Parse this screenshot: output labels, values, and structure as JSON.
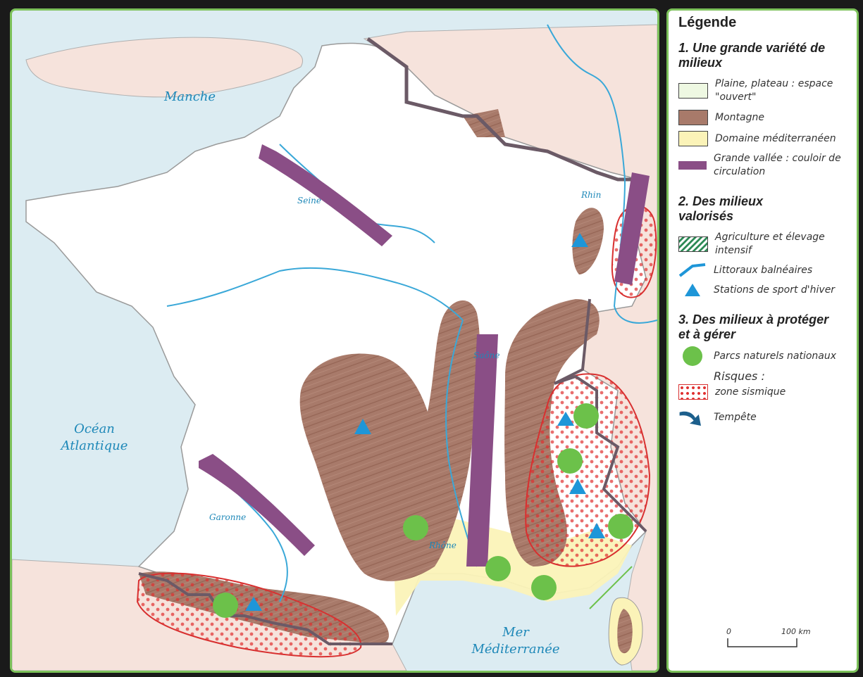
{
  "legend": {
    "title": "Légende",
    "section1": "1. Une grande variété de milieux",
    "plaine": "Plaine, plateau : espace \"ouvert\"",
    "montagne": "Montagne",
    "mediterraneen": "Domaine méditerranéen",
    "vallee": "Grande vallée : couloir de circulation",
    "section2": "2. Des milieux valorisés",
    "agriculture": "Agriculture et élevage intensif",
    "littoraux": "Littoraux balnéaires",
    "stations": "Stations de sport d'hiver",
    "section3": "3. Des milieux à protéger et à gérer",
    "parcs": "Parcs naturels nationaux",
    "risques": "Risques :",
    "sismique": "zone sismique",
    "tempete": "Tempête",
    "scale_zero": "0",
    "scale_km": "100 km"
  },
  "map_labels": {
    "manche": "Manche",
    "ocean": "Océan Atlantique",
    "mer": "Mer Méditerranée",
    "seine": "Seine",
    "rhin": "Rhin",
    "saone": "Saône",
    "rhone": "Rhône",
    "garonne": "Garonne"
  },
  "colors": {
    "sea": "#dcecf2",
    "land_france": "#ffffff",
    "land_neighbors": "#f6e3dc",
    "mountain": "#a87a6a",
    "mediterranean": "#fbf3b8",
    "valley": "#8a4e86",
    "river": "#3aa8d8",
    "seismic_border": "#d83030",
    "seismic_dot": "#e03030",
    "park": "#6cc14a",
    "station": "#1e96d8",
    "frame_green": "#7cc15a"
  }
}
